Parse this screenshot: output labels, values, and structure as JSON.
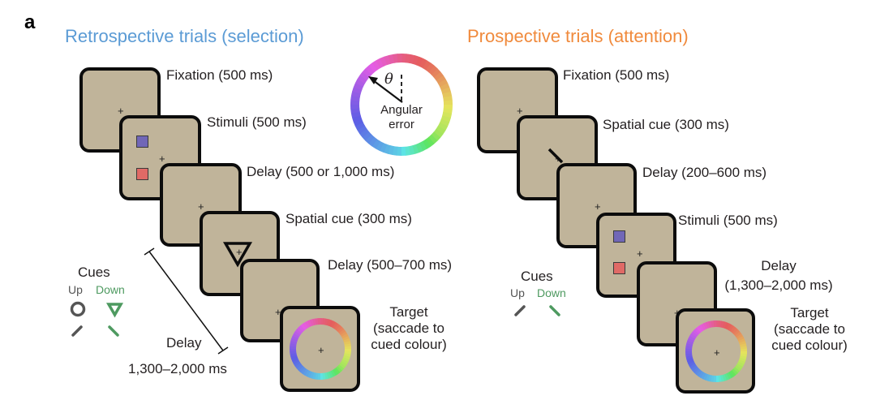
{
  "panel_letter": "a",
  "colors": {
    "retrospective_title": "#5b9bd5",
    "prospective_title": "#f08a3c",
    "screen_fill": "#c0b49a",
    "cue_up": "#555555",
    "cue_down": "#4e9a60",
    "stim_blue": "#7167b7",
    "stim_red": "#e06a66"
  },
  "retrospective": {
    "title": "Retrospective trials (selection)",
    "steps": [
      {
        "label": "Fixation (500 ms)"
      },
      {
        "label": "Stimuli (500 ms)"
      },
      {
        "label": "Delay (500 or 1,000 ms)"
      },
      {
        "label": "Spatial cue (300 ms)"
      },
      {
        "label": "Delay (500–700 ms)"
      },
      {
        "label_lines": [
          "Target",
          "(saccade to",
          "cued colour)"
        ]
      }
    ],
    "delay_bracket": {
      "label": "Delay",
      "range": "1,300–2,000 ms"
    },
    "cues": {
      "title": "Cues",
      "up": "Up",
      "down": "Down"
    }
  },
  "angular_error": {
    "symbol": "θ",
    "label_lines": [
      "Angular",
      "error"
    ]
  },
  "prospective": {
    "title": "Prospective trials (attention)",
    "steps": [
      {
        "label": "Fixation (500 ms)"
      },
      {
        "label": "Spatial cue (300 ms)"
      },
      {
        "label": "Delay (200–600 ms)"
      },
      {
        "label": "Stimuli (500 ms)"
      },
      {
        "label_lines": [
          "Delay",
          "(1,300–2,000 ms)"
        ]
      },
      {
        "label_lines": [
          "Target",
          "(saccade to",
          "cued colour)"
        ]
      }
    ],
    "cues": {
      "title": "Cues",
      "up": "Up",
      "down": "Down"
    }
  }
}
